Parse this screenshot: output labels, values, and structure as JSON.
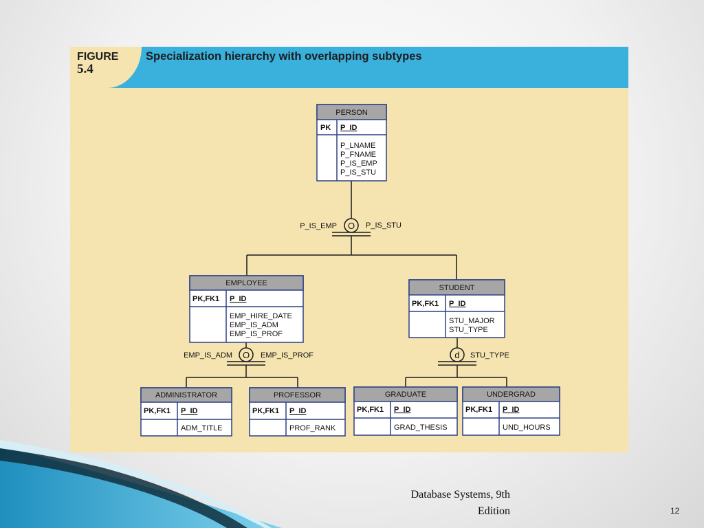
{
  "figure": {
    "label_line1": "FIGURE",
    "label_line2": "5.4",
    "title": "Specialization hierarchy with overlapping subtypes"
  },
  "entities": {
    "person": {
      "name": "PERSON",
      "key_label": "PK",
      "key_field": "P_ID",
      "attributes": [
        "P_LNAME",
        "P_FNAME",
        "P_IS_EMP",
        "P_IS_STU"
      ]
    },
    "employee": {
      "name": "EMPLOYEE",
      "key_label": "PK,FK1",
      "key_field": "P_ID",
      "attributes": [
        "EMP_HIRE_DATE",
        "EMP_IS_ADM",
        "EMP_IS_PROF"
      ]
    },
    "student": {
      "name": "STUDENT",
      "key_label": "PK,FK1",
      "key_field": "P_ID",
      "attributes": [
        "STU_MAJOR",
        "STU_TYPE"
      ]
    },
    "administrator": {
      "name": "ADMINISTRATOR",
      "key_label": "PK,FK1",
      "key_field": "P_ID",
      "attributes": [
        "ADM_TITLE"
      ]
    },
    "professor": {
      "name": "PROFESSOR",
      "key_label": "PK,FK1",
      "key_field": "P_ID",
      "attributes": [
        "PROF_RANK"
      ]
    },
    "graduate": {
      "name": "GRADUATE",
      "key_label": "PK,FK1",
      "key_field": "P_ID",
      "attributes": [
        "GRAD_THESIS"
      ]
    },
    "undergrad": {
      "name": "UNDERGRAD",
      "key_label": "PK,FK1",
      "key_field": "P_ID",
      "attributes": [
        "UND_HOURS"
      ]
    }
  },
  "specializations": {
    "person": {
      "symbol": "O",
      "left_label": "P_IS_EMP",
      "right_label": "P_IS_STU"
    },
    "employee": {
      "symbol": "O",
      "left_label": "EMP_IS_ADM",
      "right_label": "EMP_IS_PROF"
    },
    "student": {
      "symbol": "d",
      "right_label": "STU_TYPE"
    }
  },
  "footer": {
    "source_line1": "Database Systems, 9th",
    "source_line2": "Edition",
    "page_number": "12"
  },
  "colors": {
    "header_blue": "#3ab0dc",
    "figure_background": "#f5e3b0",
    "entity_border": "#2d3f86",
    "entity_header": "#a6a6a6"
  }
}
